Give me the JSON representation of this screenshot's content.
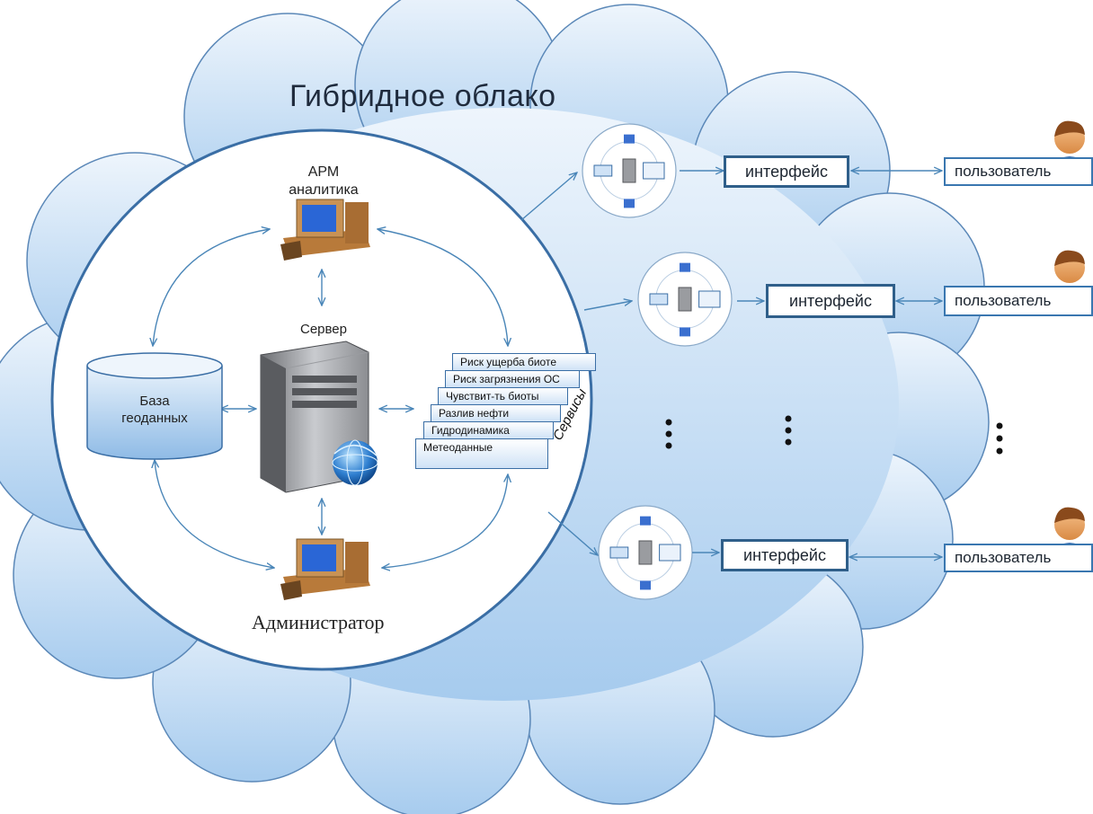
{
  "cloud_title": "Гибридное облако",
  "hub": {
    "analyst_label_line1": "АРМ",
    "analyst_label_line2": "аналитика",
    "server_label": "Сервер",
    "db_label_line1": "База",
    "db_label_line2": "геоданных",
    "admin_label": "Администратор",
    "services_caption": "Сервисы",
    "services": [
      "Риск ущерба биоте",
      "Риск загрязнения ОС",
      "Чувствит-ть биоты",
      "Разлив нефти",
      "Гидродинамика",
      "Метеоданные"
    ]
  },
  "rows": [
    {
      "interface_label": "интерфейс",
      "user_label": "пользователь"
    },
    {
      "interface_label": "интерфейс",
      "user_label": "пользователь"
    },
    {
      "interface_label": "интерфейс",
      "user_label": "пользователь"
    }
  ],
  "colors": {
    "cloud_fill_top": "#eaf3fb",
    "cloud_fill_bottom": "#a9cdef",
    "cloud_stroke": "#5b88b8",
    "arrow": "#4a86b8",
    "interface_border": "#2f5f8a",
    "user_border": "#3a77b0"
  }
}
